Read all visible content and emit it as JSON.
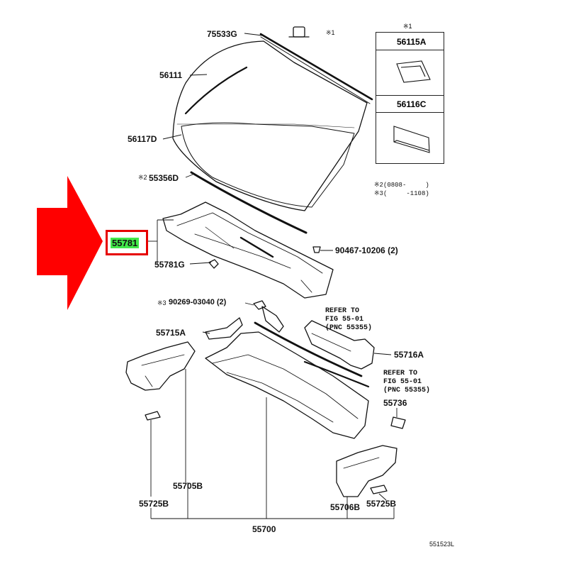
{
  "diagram": {
    "highlight_part": "55781",
    "labels": {
      "p75533G": "75533G",
      "p56111": "56111",
      "p56117D": "56117D",
      "p55356D": "55356D",
      "p55781G": "55781G",
      "p90467": "90467-10206 (2)",
      "p90269": "90269-03040 (2)",
      "p55715A": "55715A",
      "p55716A": "55716A",
      "p55736": "55736",
      "p55705B": "55705B",
      "p55725B_left": "55725B",
      "p55706B": "55706B",
      "p55725B_right": "55725B",
      "p55700": "55700",
      "fig_code": "551523L"
    },
    "marks": {
      "m1": "※1",
      "m2": "※2",
      "m3": "※3"
    },
    "inset": {
      "header_mark": "※1",
      "part_top": "56115A",
      "part_bottom": "56116C"
    },
    "date_notes": {
      "line1": "※2(0808-     )",
      "line2": "※3(     -1108)"
    },
    "refer_notes": {
      "upper": "REFER TO\nFIG 55-01\n(PNC 55355)",
      "lower": "REFER TO\nFIG 55-01\n(PNC 55355)"
    }
  },
  "colors": {
    "arrow": "#ff0000",
    "highlight_border": "#e60000",
    "highlight_fill": "#43e84a",
    "line": "#111111"
  }
}
